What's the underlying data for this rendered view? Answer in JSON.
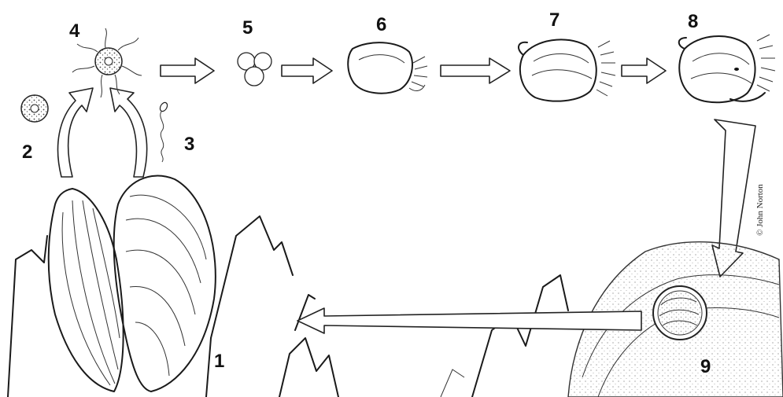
{
  "title": "",
  "stages": {
    "s1": "1",
    "s2": "2",
    "s3": "3",
    "s4": "4",
    "s5": "5",
    "s6": "6",
    "s7": "7",
    "s8": "8",
    "s9": "9"
  },
  "copyright": "© John Norton"
}
